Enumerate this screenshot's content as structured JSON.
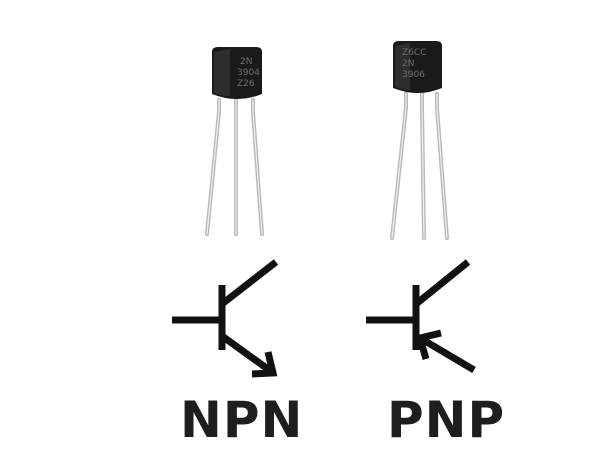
{
  "transistors": [
    {
      "id": "npn",
      "label": "NPN",
      "marking_lines": [
        "2N",
        "3904",
        "Z26"
      ]
    },
    {
      "id": "pnp",
      "label": "PNP",
      "marking_lines": [
        "Z6CC",
        "2N",
        "3906"
      ]
    }
  ],
  "colors": {
    "background": "#ffffff",
    "body": "#1a1a1a",
    "body_shade": "#2e2e2e",
    "marking": "#6f6f6f",
    "lead": "#b9b9b9",
    "lead_highlight": "#efefef",
    "symbol": "#111111",
    "label": "#1e1e1e"
  }
}
